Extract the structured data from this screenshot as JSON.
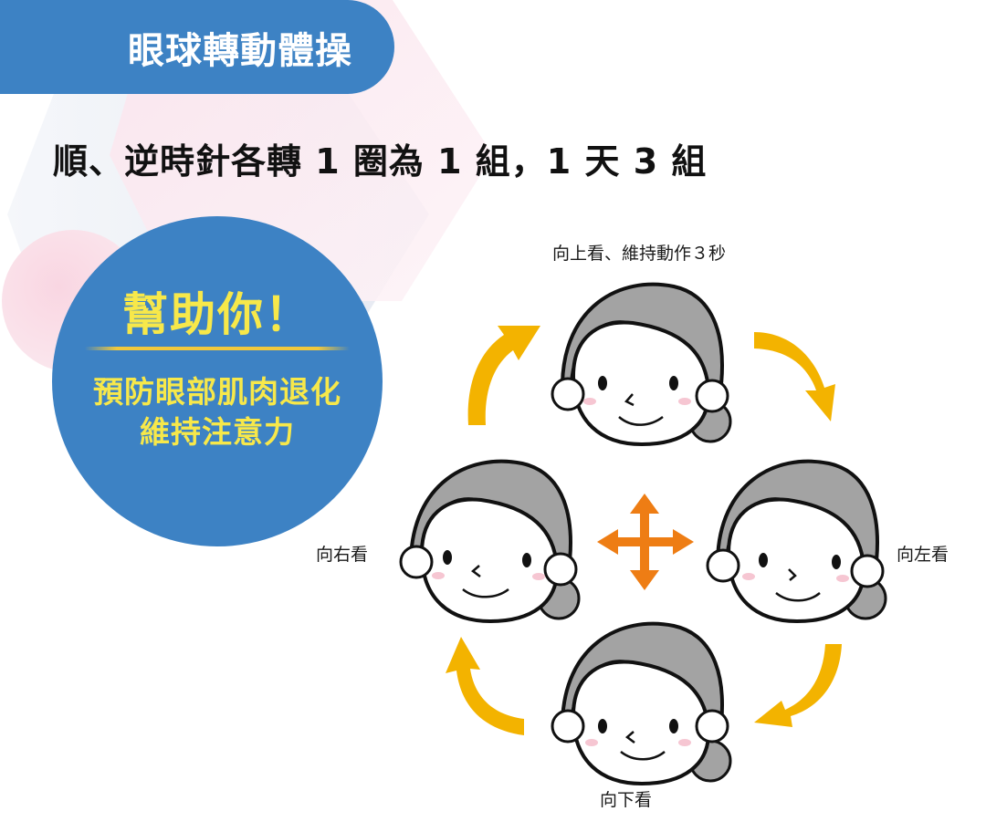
{
  "header": {
    "title": "眼球轉動體操",
    "subtitle": "順、逆時針各轉 1 圈為 1 組，1 天 3 組"
  },
  "benefits": {
    "heading": "幫助你！",
    "lines": [
      "預防眼部肌肉退化",
      "維持注意力"
    ]
  },
  "diagram": {
    "labels": {
      "up": "向上看、維持動作３秒",
      "right": "向右看",
      "left": "向左看",
      "down": "向下看"
    },
    "icons": [
      "curved-arrow-up-right-icon",
      "curved-arrow-down-right-icon",
      "curved-arrow-down-left-icon",
      "curved-arrow-up-left-icon",
      "four-way-arrow-icon"
    ]
  },
  "colors": {
    "brand_blue": "#3d82c4",
    "highlight_yellow": "#f7e84a",
    "arrow_gold": "#f3b300",
    "cross_orange": "#ee7d14",
    "hair_gray": "#a3a3a3",
    "cheek_pink": "#f6c6d2"
  }
}
